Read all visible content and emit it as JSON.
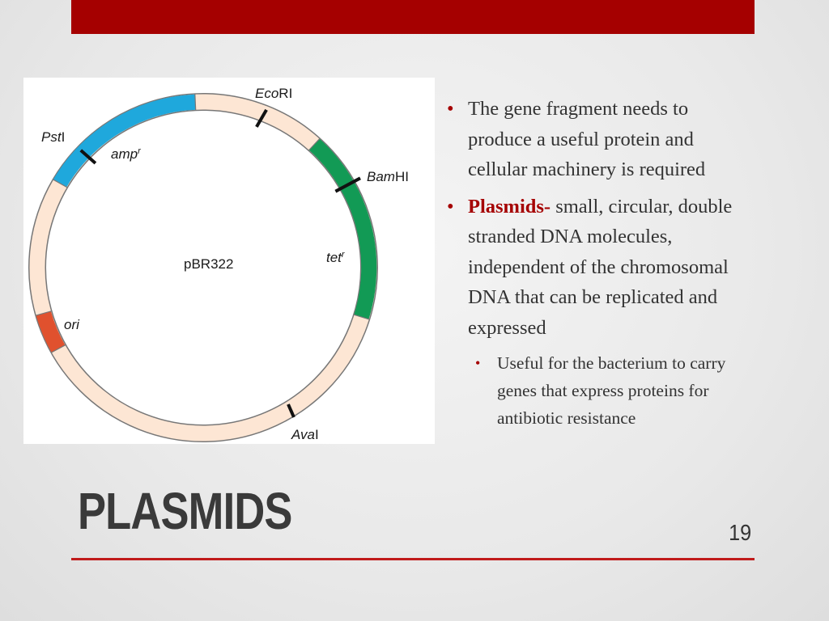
{
  "slide": {
    "title": "PLASMIDS",
    "page_number": "19"
  },
  "diagram": {
    "center_label": "pBR322",
    "sites": [
      {
        "italic": "Eco",
        "rest": "RI"
      },
      {
        "italic": "Bam",
        "rest": "HI"
      },
      {
        "italic": "Pst",
        "rest": "I"
      },
      {
        "italic": "Ava",
        "rest": "I"
      }
    ],
    "genes": [
      {
        "name": "amp",
        "sup": "r",
        "color": "#1fa8dc"
      },
      {
        "name": "tet",
        "sup": "r",
        "color": "#129a55"
      },
      {
        "name": "ori",
        "sup": "",
        "color": "#e0512e"
      }
    ],
    "ring_color": "#fde6d4"
  },
  "bullets": [
    {
      "term": "",
      "text": "The gene fragment needs to produce a useful protein and cellular machinery is required"
    },
    {
      "term": "Plasmids-",
      "text": " small, circular, double stranded DNA molecules, independent of the chromosomal DNA that can be replicated and expressed"
    }
  ],
  "sub_bullets": [
    {
      "text": "Useful for the bacterium to carry genes that express proteins for antibiotic resistance"
    }
  ]
}
